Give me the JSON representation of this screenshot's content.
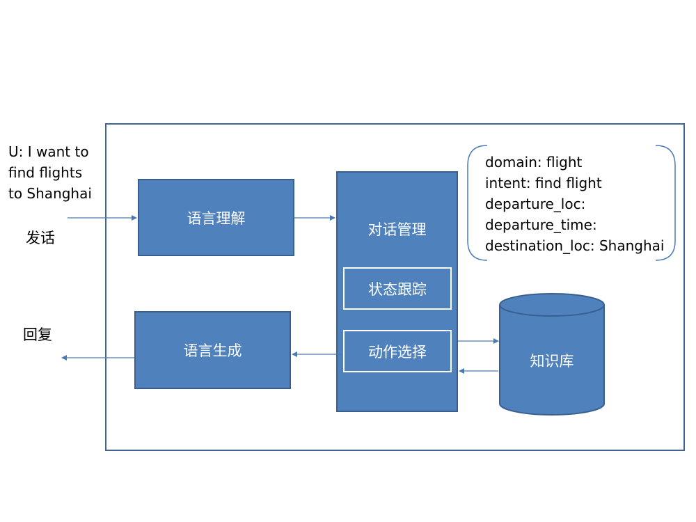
{
  "user_utterance": {
    "lines": [
      "U: I want to",
      "find flights",
      "to Shanghai"
    ]
  },
  "labels": {
    "speak": "发话",
    "reply": "回复"
  },
  "modules": {
    "nlu": "语言理解",
    "nlg": "语言生成",
    "dialogue_manager": "对话管理",
    "state_tracking": "状态跟踪",
    "action_selection": "动作选择",
    "knowledge_base": "知识库"
  },
  "dialogue_state": {
    "lines": [
      "domain: flight",
      "intent: find flight",
      "departure_loc:",
      "departure_time:",
      "destination_loc: Shanghai"
    ]
  },
  "colors": {
    "box_fill": "#4f81bd",
    "box_border": "#3a5f8f",
    "frame": "#3e6494",
    "arrow": "#4a7ab5",
    "text_on_box": "#ffffff"
  }
}
